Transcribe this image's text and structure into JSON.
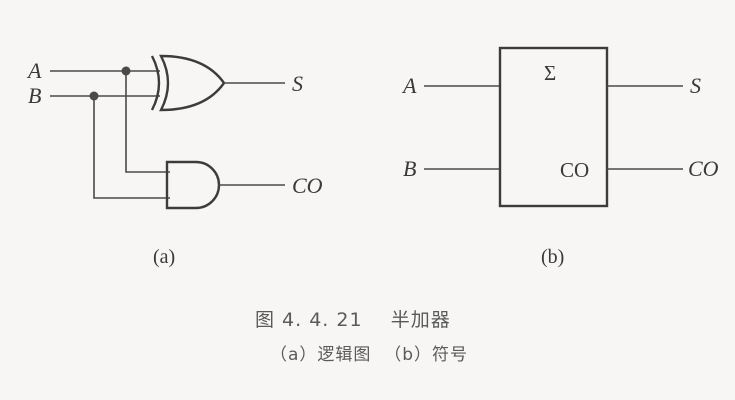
{
  "diagram_a": {
    "input_a": "A",
    "input_b": "B",
    "output_s": "S",
    "output_co": "CO",
    "sublabel": "(a)"
  },
  "diagram_b": {
    "input_a": "A",
    "input_b": "B",
    "sum_symbol": "Σ",
    "co_inside": "CO",
    "output_s": "S",
    "output_co": "CO",
    "sublabel": "(b)"
  },
  "caption": {
    "title": "图 4. 4. 21    半加器",
    "subtitle": "（a）逻辑图  （b）符号"
  },
  "colors": {
    "background": "#f7f6f4",
    "line": "#4a4a4a",
    "text": "#3a3a3a"
  }
}
